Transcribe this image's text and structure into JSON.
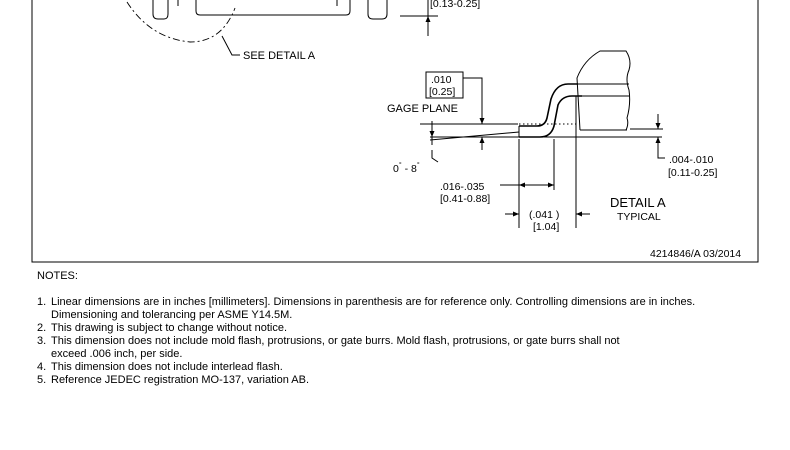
{
  "drawing": {
    "see_detail_label": "SEE DETAIL A",
    "top_dim_mm": "[0.13-0.25]",
    "gauge_dim_in": ".010",
    "gauge_dim_mm": "[0.25]",
    "gage_plane_label": "GAGE PLANE",
    "angle_label_a": "0",
    "angle_label_deg1": "°",
    "angle_label_b": " - 8",
    "angle_label_deg2": "°",
    "standoff_in": ".004-.010",
    "standoff_mm": "[0.11-0.25]",
    "lead_length_in": ".016-.035",
    "lead_length_mm": "[0.41-0.88]",
    "footprint_in": "(.041 )",
    "footprint_mm": "[1.04]",
    "detail_title": "DETAIL A",
    "detail_subtitle": "TYPICAL",
    "drawing_id": "4214846/A  03/2014"
  },
  "notes": {
    "title": "NOTES:",
    "items": [
      {
        "num": "1.",
        "text": "Linear dimensions are in inches [millimeters]. Dimensions in parenthesis are for reference only. Controlling dimensions are in inches.",
        "cont": "Dimensioning and tolerancing per ASME Y14.5M."
      },
      {
        "num": "2.",
        "text": "This drawing is subject to change without notice.",
        "cont": ""
      },
      {
        "num": "3.",
        "text": "This dimension does not include mold flash, protrusions, or gate burrs. Mold flash, protrusions, or gate burrs shall not",
        "cont": "exceed .006 inch, per side."
      },
      {
        "num": "4.",
        "text": "This dimension does not include interlead flash.",
        "cont": ""
      },
      {
        "num": "5.",
        "text": "Reference JEDEC registration MO-137, variation AB.",
        "cont": ""
      }
    ]
  }
}
